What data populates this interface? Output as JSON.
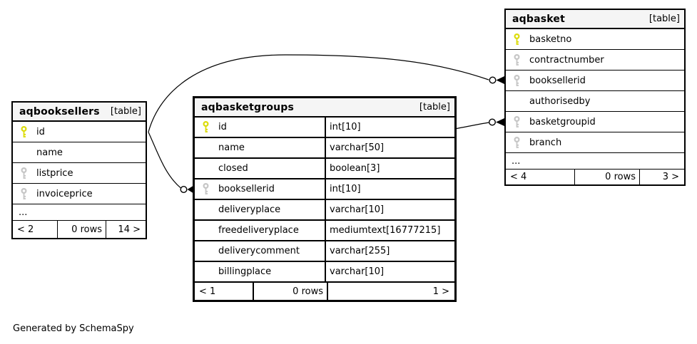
{
  "diagram": {
    "generated_by": "Generated by SchemaSpy"
  },
  "colors": {
    "background": "#ffffff",
    "table_header_bg": "#f5f5f5",
    "table_border": "#000000",
    "primary_key_icon": "#dcdc0a",
    "foreign_key_icon": "#c6c6c6",
    "edge_line": "#000000"
  },
  "tables": [
    {
      "name": "aqbooksellers",
      "type_label": "[table]",
      "columns": [
        {
          "name": "id",
          "key": "primary"
        },
        {
          "name": "name",
          "key": ""
        },
        {
          "name": "listprice",
          "key": "index"
        },
        {
          "name": "invoiceprice",
          "key": "index"
        },
        {
          "name": "..."
        }
      ],
      "footer": {
        "left": "< 2",
        "center": "0 rows",
        "right": "14 >"
      }
    },
    {
      "name": "aqbasketgroups",
      "type_label": "[table]",
      "columns": [
        {
          "name": "id",
          "type": "int[10]",
          "key": "primary"
        },
        {
          "name": "name",
          "type": "varchar[50]",
          "key": ""
        },
        {
          "name": "closed",
          "type": "boolean[3]",
          "key": ""
        },
        {
          "name": "booksellerid",
          "type": "int[10]",
          "key": "index"
        },
        {
          "name": "deliveryplace",
          "type": "varchar[10]",
          "key": ""
        },
        {
          "name": "freedeliveryplace",
          "type": "mediumtext[16777215]",
          "key": ""
        },
        {
          "name": "deliverycomment",
          "type": "varchar[255]",
          "key": ""
        },
        {
          "name": "billingplace",
          "type": "varchar[10]",
          "key": ""
        }
      ],
      "footer": {
        "left": "< 1",
        "center": "0 rows",
        "right": "1 >"
      }
    },
    {
      "name": "aqbasket",
      "type_label": "[table]",
      "columns": [
        {
          "name": "basketno",
          "key": "primary"
        },
        {
          "name": "contractnumber",
          "key": "index"
        },
        {
          "name": "booksellerid",
          "key": "index"
        },
        {
          "name": "authorisedby",
          "key": ""
        },
        {
          "name": "basketgroupid",
          "key": "index"
        },
        {
          "name": "branch",
          "key": "index"
        },
        {
          "name": "..."
        }
      ],
      "footer": {
        "left": "< 4",
        "center": "0 rows",
        "right": "3 >"
      }
    }
  ],
  "relationships": [
    {
      "from": "aqbooksellers.id",
      "to": "aqbasket.booksellerid"
    },
    {
      "from": "aqbooksellers.id",
      "to": "aqbasketgroups.booksellerid"
    },
    {
      "from": "aqbasketgroups.id",
      "to": "aqbasket.basketgroupid"
    }
  ]
}
